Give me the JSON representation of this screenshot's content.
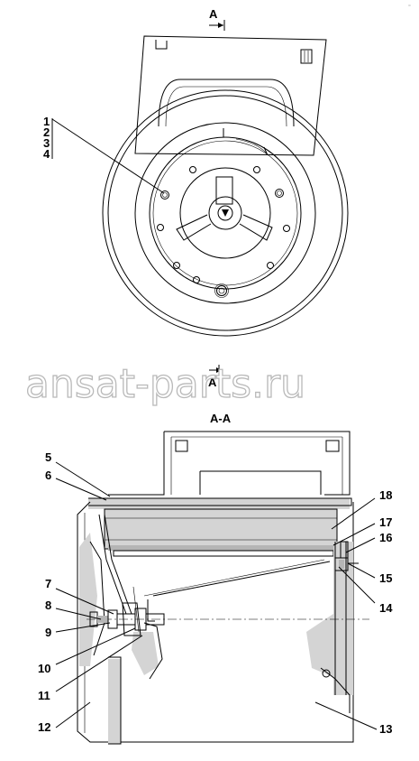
{
  "section_marks": {
    "top_label": "A",
    "bottom_label": "A",
    "section_title": "A-A"
  },
  "watermark": {
    "text": "ansat-parts.ru"
  },
  "corner_mark": {
    "text": "="
  },
  "callouts": {
    "c1": "1",
    "c2": "2",
    "c3": "3",
    "c4": "4",
    "c5": "5",
    "c6": "6",
    "c7": "7",
    "c8": "8",
    "c9": "9",
    "c10": "10",
    "c11": "11",
    "c12": "12",
    "c13": "13",
    "c14": "14",
    "c15": "15",
    "c16": "16",
    "c17": "17",
    "c18": "18"
  },
  "colors": {
    "line": "#000000",
    "shade": "#d4d4d4",
    "watermark_stroke": "#b9b9b9"
  }
}
